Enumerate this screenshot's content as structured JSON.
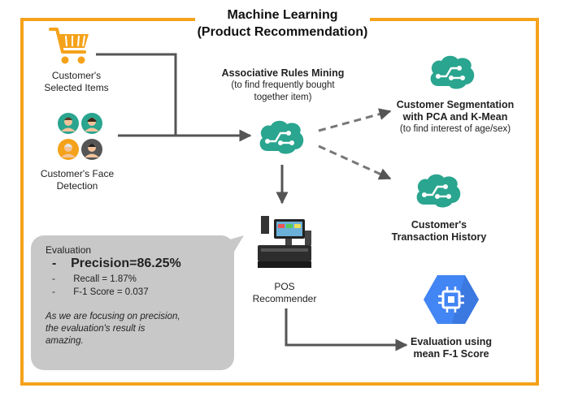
{
  "title": {
    "line1": "Machine Learning",
    "line2": "(Product Recommendation)"
  },
  "selected_items": {
    "line1": "Customer's",
    "line2": "Selected Items",
    "icon": "shopping-cart-icon"
  },
  "face_detection": {
    "line1": "Customer's Face",
    "line2": "Detection",
    "icon": "faces-icon"
  },
  "arm": {
    "title": "Associative Rules Mining",
    "sub1": "(to find frequently bought",
    "sub2": "together item)",
    "icon": "brain-icon"
  },
  "segmentation": {
    "line1": "Customer Segmentation",
    "line2": "with PCA and K-Mean",
    "sub": "(to find interest of age/sex)",
    "icon": "brain-icon"
  },
  "history": {
    "line1": "Customer's",
    "line2": "Transaction History",
    "icon": "brain-icon"
  },
  "pos": {
    "line1": "POS",
    "line2": "Recommender",
    "icon": "pos-terminal-icon"
  },
  "f1eval": {
    "line1": "Evaluation using",
    "line2": "mean F-1 Score",
    "icon": "chip-hexagon-icon"
  },
  "evaluation": {
    "title": "Evaluation",
    "precision": "Precision=86.25%",
    "recall": "Recall = 1.87%",
    "f1": "F-1 Score = 0.037",
    "note1": "As we are focusing on precision,",
    "note2": "the evaluation's result is",
    "note3": "amazing.",
    "dash": "-"
  },
  "colors": {
    "frame": "#f5a21b",
    "brain": "#2aa58f",
    "gcp": "#4285f4",
    "bubble": "#c8c8c8"
  }
}
